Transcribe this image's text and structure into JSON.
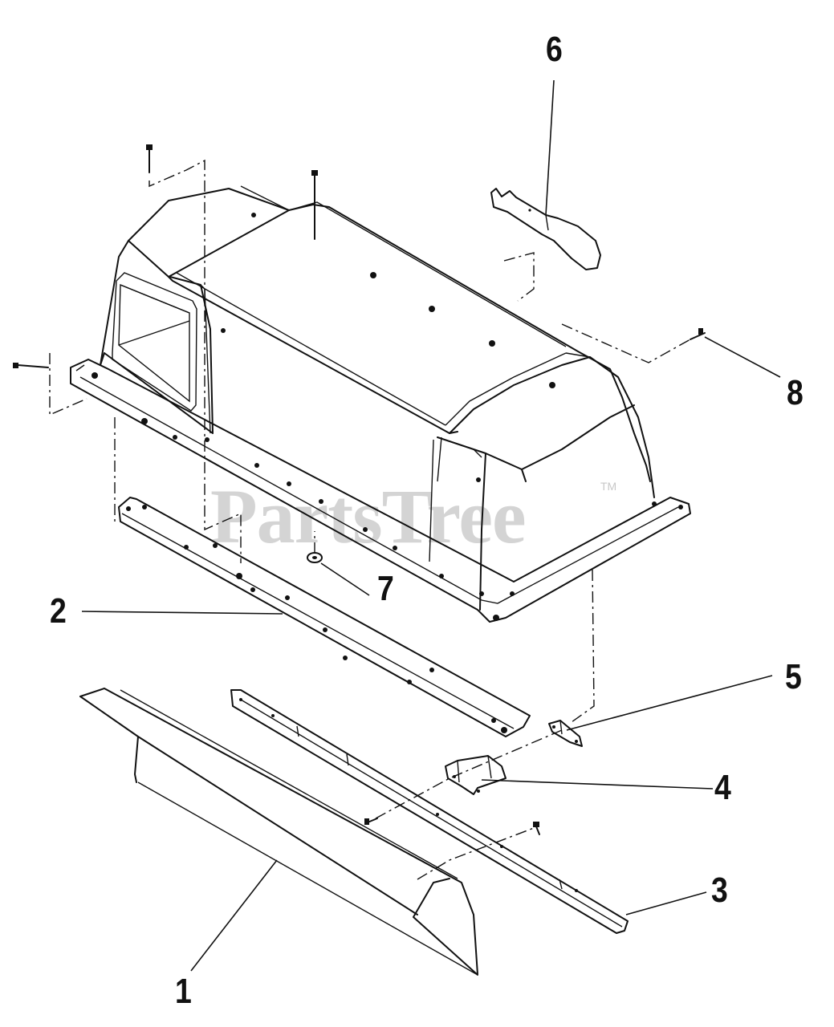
{
  "watermark": {
    "text": "PartsTree",
    "tm": "TM"
  },
  "callouts": [
    {
      "id": "1",
      "label": "1"
    },
    {
      "id": "2",
      "label": "2"
    },
    {
      "id": "3",
      "label": "3"
    },
    {
      "id": "4",
      "label": "4"
    },
    {
      "id": "5",
      "label": "5"
    },
    {
      "id": "6",
      "label": "6"
    },
    {
      "id": "7",
      "label": "7"
    },
    {
      "id": "8",
      "label": "8"
    }
  ]
}
